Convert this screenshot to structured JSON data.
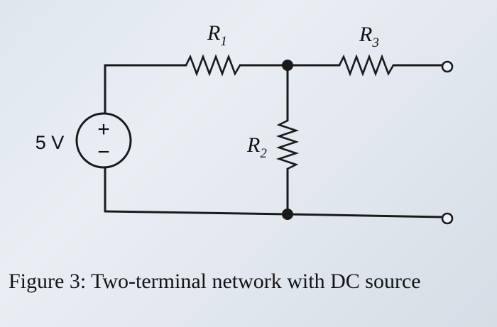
{
  "diagram": {
    "source_label": "5 V",
    "source_plus": "+",
    "source_minus": "−",
    "resistors": [
      {
        "id": "R1",
        "letter": "R",
        "subscript": "1"
      },
      {
        "id": "R2",
        "letter": "R",
        "subscript": "2"
      },
      {
        "id": "R3",
        "letter": "R",
        "subscript": "3"
      }
    ],
    "caption": "Figure 3:  Two-terminal network with DC source"
  }
}
